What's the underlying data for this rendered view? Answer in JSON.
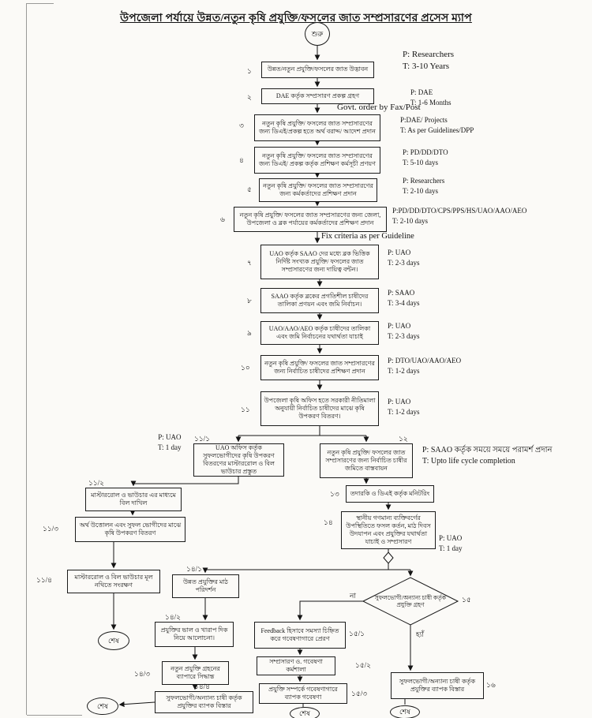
{
  "title": "উপজেলা পর্যায়ে উন্নত/নতুন কৃষি প্রযুক্তি/ফসলের জাত সম্প্রসারণের প্রসেস ম্যাপ",
  "terminals": {
    "start": "শুরু",
    "end": "শেষ"
  },
  "edge_labels": {
    "govt_order": "Govt. order by Fax/Post",
    "fix_criteria": "Fix criteria as per Guideline",
    "no": "না",
    "yes": "হ্যাঁ"
  },
  "decision": {
    "num": "১৫",
    "text": "সুফলভোগী/অন্যান্য চাষী কর্তৃক প্রযুক্তি গ্রহণ"
  },
  "steps": {
    "s1": {
      "num": "১",
      "text": "উন্নত/নতুন প্রযুক্তি/ফসলের জাত উদ্ভাবন",
      "p": "P: Researchers",
      "t": "T: 3-10 Years"
    },
    "s2": {
      "num": "২",
      "text": "DAE কর্তৃক সম্প্রসারণ প্রকল্প গ্রহণ",
      "p": "P: DAE",
      "t": "T: 1-6 Months"
    },
    "s3": {
      "num": "৩",
      "text": "নতুন কৃষি প্রযুক্তি/ ফসলের জাত সম্প্রসারণের জন্য ডিএই/প্রকল্প হতে অর্থ বরাদ্দ/ আদেশ প্রদান",
      "p": "P:DAE/ Projects",
      "t": "T: As per Guidelines/DPP"
    },
    "s4": {
      "num": "৪",
      "text": "নতুন কৃষি প্রযুক্তি/ ফসলের জাত সম্প্রসারণের জন্য ডিএই/ প্রকল্প কর্তৃক প্রশিক্ষণ কর্মসূচী প্রণয়ণ",
      "p": "P: PD/DD/DTO",
      "t": "T: 5-10 days"
    },
    "s5": {
      "num": "৫",
      "text": "নতুন কৃষি প্রযুক্তি/ ফসলের জাত সম্প্রসারণের জন্য কর্মকর্তাদের প্রশিক্ষণ প্রদান",
      "p": "P: Researchers",
      "t": "T: 2-10 days"
    },
    "s6": {
      "num": "৬",
      "text": "নতুন কৃষি প্রযুক্তি/ ফসলের জাত সম্প্রসারণের জন্য জেলা, উপজেলা ও ব্লক পর্যায়ের কর্মকর্তাদের প্রশিক্ষণ প্রদান",
      "p": "P:PD/DD/DTO/CPS/PPS/HS/UAO/AAO/AEO",
      "t": "T: 2-10 days"
    },
    "s7": {
      "num": "৭",
      "text": "UAO কর্তৃক SAAO দের মধ্যে ব্লক ভিত্তিক নির্দিষ্ট সংখ্যক প্রযুক্তি/ ফসলের জাত সম্প্রসারণের জন্য দায়িত্ব বন্টন।",
      "p": "P: UAO",
      "t": "T: 2-3 days"
    },
    "s8": {
      "num": "৮",
      "text": "SAAO কর্তৃক ব্লকের প্রগতিশীল চাষীদের তালিকা প্রণয়ন এবং জমি নির্বাচন।",
      "p": "P: SAAO",
      "t": "T: 3-4 days"
    },
    "s9": {
      "num": "৯",
      "text": "UAO/AAO/AEO কর্তৃক চাষীদের তালিকা এবং জমি নির্বাচনের যথার্থতা যাচাই",
      "p": "P: UAO",
      "t": "T: 2-3 days"
    },
    "s10": {
      "num": "১০",
      "text": "নতুন কৃষি প্রযুক্তি/ ফসলের জাত সম্প্রসারণের জন্য নির্বাচিত চাষীদের প্রশিক্ষণ প্রদান",
      "p": "P: DTO/UAO/AAO/AEO",
      "t": "T: 1-2 days"
    },
    "s11": {
      "num": "১১",
      "text": "উপজেলা কৃষি অফিস হতে সরকারী নীতিমালা অনুযায়ী নির্বাচিত চাষীদের মাঝে কৃষি উপকরণ বিতরণ।",
      "p": "P: UAO",
      "t": "T: 1-2 days"
    },
    "s11_1": {
      "num": "১১/১",
      "text": "UAO অফিস কর্তৃক সুফলভোগীদের কৃষি উপকরণ বিতরণের মাস্টাররোল ও বিল ভাউচার প্রস্তুত",
      "p": "P: UAO",
      "t": "T: 1 day"
    },
    "s11_2": {
      "num": "১১/২",
      "text": "মাস্টাররোল ও ভাউচার এর মাধ্যমে বিল দাখিল"
    },
    "s11_3": {
      "num": "১১/৩",
      "text": "অর্থ উত্তোলন এবং সুফল ভোগীদের মাঝে কৃষি উপকরণ বিতরণ"
    },
    "s11_4": {
      "num": "১১/৪",
      "text": "মাস্টাররোল ও বিল ভাউচার মূল নথিতে সংরক্ষণ"
    },
    "s12": {
      "num": "১২",
      "text": "নতুন কৃষি প্রযুক্তি/ ফসলের জাত সম্প্রসারণের জন্য নির্বাচিত চাষীর জমিতে বাস্তবায়ন",
      "p": "P: SAAO কর্তৃক সময়ে সময়ে পরামর্শ প্রদান",
      "t": "T: Upto life cycle completion"
    },
    "s13": {
      "num": "১৩",
      "text": "তদারকি ও ডিএই কর্তৃক মনিটরিং"
    },
    "s14": {
      "num": "১৪",
      "text": "স্থানীয় গণমান্য ব্যক্তিবর্গের উপস্থিতিতে ফসল কর্তন, মাঠ দিবস উদযাপন এবং প্রযুক্তির যথার্থতা যাচাই ও সম্প্রসারণ",
      "p": "P: UAO",
      "t": "T: 1 day"
    },
    "s14_1": {
      "num": "১৪/১",
      "text": "উন্নত প্রযুক্তির মাঠ পরিদর্শন"
    },
    "s14_2": {
      "num": "১৪/২",
      "text": "প্রযুক্তির ভাল ও খারাপ দিক নিয়ে আলোচনা।"
    },
    "s14_3": {
      "num": "১৪/৩",
      "text": "নতুন প্রযুক্তি গ্রহনের ব্যাপারে সিদ্ধান্ত"
    },
    "s14_4": {
      "num": "১৪/৪",
      "text": "সুফলভোগী/অন্যান্য চাষী কর্তৃক প্রযুক্তির ব্যাপক বিস্তার"
    },
    "s15_1": {
      "num": "১৫/১",
      "text": "Feedback হিসাবে সমস্যা চিহ্নিত করে গবেষণাগারে প্রেরণ"
    },
    "s15_2": {
      "num": "১৫/২",
      "text": "সম্প্রসারণ ও. গবেষণা কর্মশালা"
    },
    "s15_3": {
      "num": "১৫/৩",
      "text": "প্রযুক্তি সম্পর্কে গবেষণাগারে ব্যাপক গবেষণা"
    },
    "s16": {
      "num": "১৬",
      "text": "সুফলভোগী/অন্যান্য চাষী কর্তৃক প্রযুক্তির ব্যাপক বিস্তার"
    }
  }
}
